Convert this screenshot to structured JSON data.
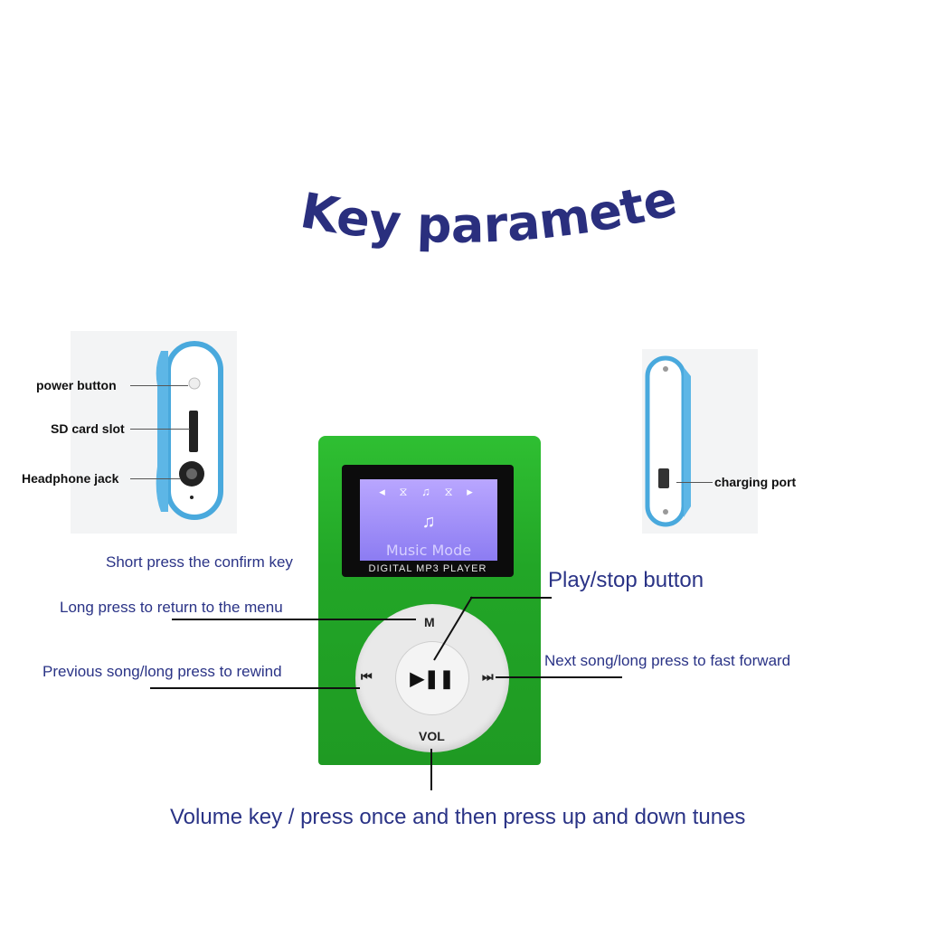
{
  "title": "Key parameters",
  "left_side": {
    "labels": [
      "power button",
      "SD card slot",
      "Headphone jack"
    ]
  },
  "right_side": {
    "label": "charging port"
  },
  "player": {
    "screen_text": "Music Mode",
    "screen_icons": "◂ ⧖ ♫ ⧖ ▸",
    "screen_note": "♫",
    "bezel_label": "DIGITAL MP3 PLAYER",
    "menu_key": "M",
    "prev_key": "⏮",
    "next_key": "⏭",
    "play_key": "▶❚❚",
    "vol_key": "VOL",
    "body_color": "#22a627"
  },
  "callouts": {
    "confirm": "Short press the confirm key",
    "menu": "Long press to return to the menu",
    "prev": "Previous song/long press to rewind",
    "play": "Play/stop button",
    "next": "Next song/long press to fast forward",
    "volume": "Volume key / press once and then press up and down tunes"
  },
  "colors": {
    "text_blue": "#2a3386",
    "title_blue": "#2a2f7e"
  }
}
